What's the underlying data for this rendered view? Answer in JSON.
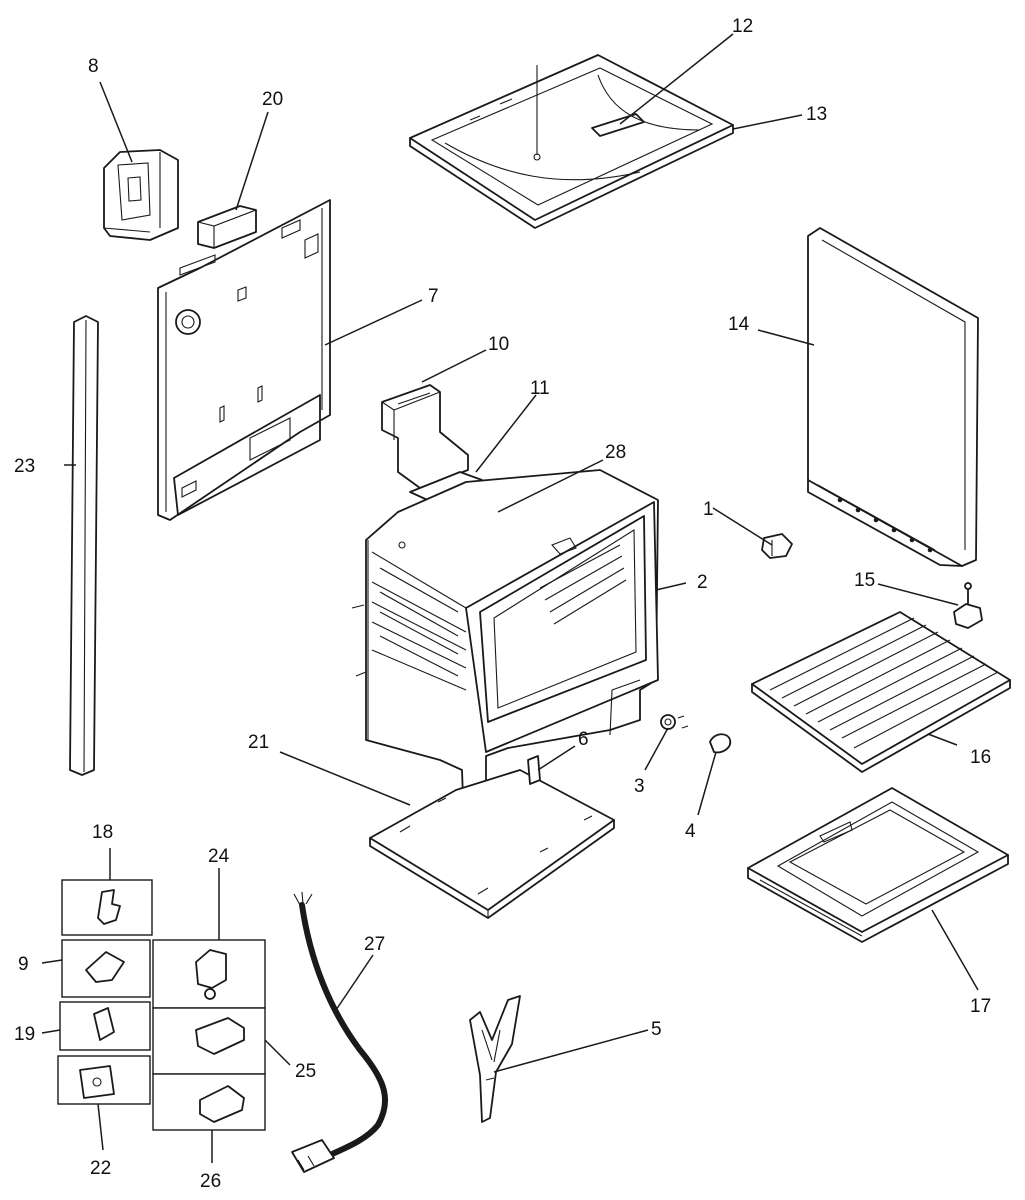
{
  "colors": {
    "line": "#1a1a1a",
    "background": "#ffffff"
  },
  "callouts": {
    "c1": "1",
    "c2": "2",
    "c3": "3",
    "c4": "4",
    "c5": "5",
    "c6": "6",
    "c7": "7",
    "c8": "8",
    "c9": "9",
    "c10": "10",
    "c11": "11",
    "c12": "12",
    "c13": "13",
    "c14": "14",
    "c15": "15",
    "c16": "16",
    "c17": "17",
    "c18": "18",
    "c19": "19",
    "c20": "20",
    "c21": "21",
    "c22": "22",
    "c23": "23",
    "c24": "24",
    "c25": "25",
    "c26": "26",
    "c27": "27",
    "c28": "28"
  }
}
